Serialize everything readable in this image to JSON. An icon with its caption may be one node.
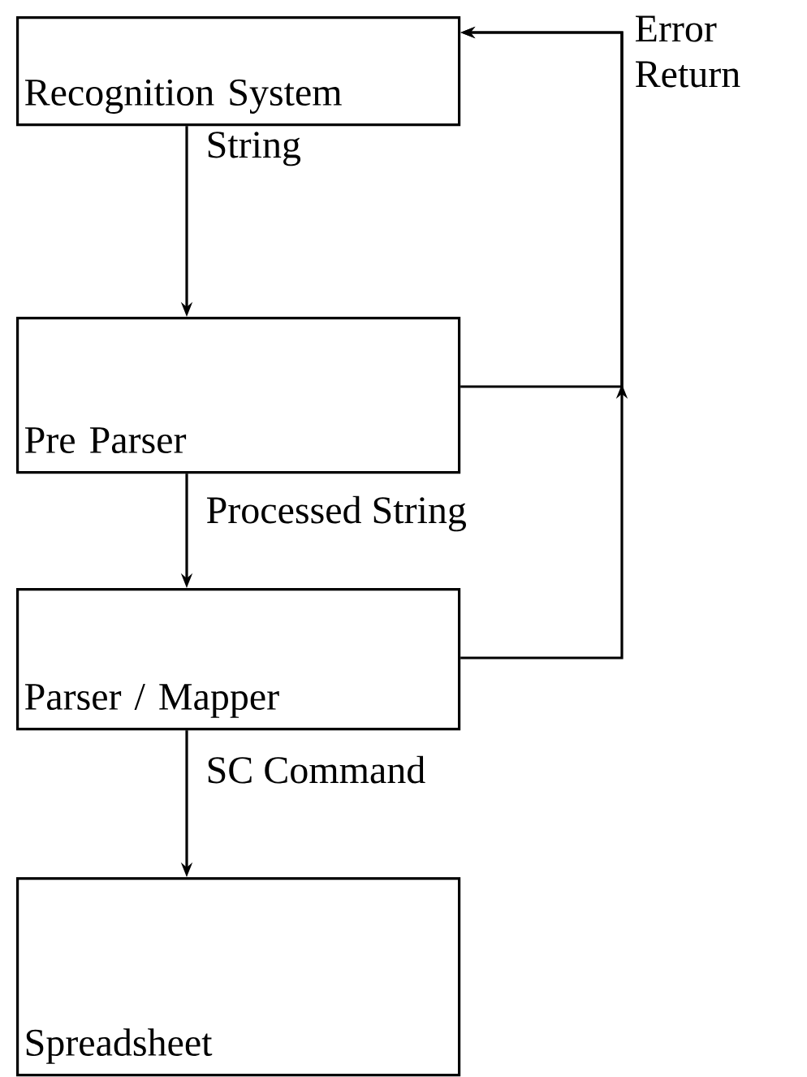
{
  "diagram": {
    "nodes": [
      {
        "text": [
          "Recognition System"
        ]
      },
      {
        "text": [
          "Pre Parser"
        ]
      },
      {
        "text": [
          "Parser / Mapper"
        ]
      },
      {
        "text": [
          "Spreadsheet"
        ]
      }
    ],
    "edges": [
      {
        "from": 0,
        "to": 1,
        "arrow": "to",
        "label": "String"
      },
      {
        "from": 1,
        "to": 2,
        "arrow": "to",
        "label": "Processed String"
      },
      {
        "from": 2,
        "to": 3,
        "arrow": "to",
        "label": "SC Command"
      },
      {
        "from": 1,
        "to": 0,
        "arrow": "to",
        "label": "Error Return"
      },
      {
        "from": 2,
        "to": 0,
        "arrow": "to"
      }
    ]
  }
}
